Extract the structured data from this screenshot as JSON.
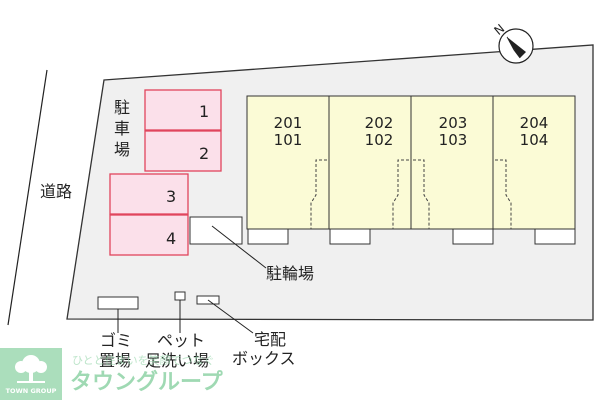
{
  "compass": {
    "label": "N",
    "icon": "north-arrow-icon"
  },
  "road": {
    "label": "道路"
  },
  "parking": {
    "label": "駐車場",
    "spots": [
      "1",
      "2",
      "3",
      "4"
    ],
    "color": "#fbe0ea",
    "border_color": "#e0455d"
  },
  "units": [
    {
      "upper": "201",
      "lower": "101"
    },
    {
      "upper": "202",
      "lower": "102"
    },
    {
      "upper": "203",
      "lower": "103"
    },
    {
      "upper": "204",
      "lower": "104"
    }
  ],
  "unit_color": "#fbfbd6",
  "lot_color": "#f0f0f0",
  "labels": {
    "bicycle_parking": "駐輪場",
    "garbage_top": "ゴミ",
    "garbage_bottom": "置場",
    "pet_top": "ペット",
    "pet_bottom": "足洗い場",
    "delivery_top": "宅配",
    "delivery_bottom": "ボックス"
  },
  "watermark": {
    "brand": "タウングループ",
    "sub": "ひとと住まいを笑顔でつなぐ",
    "logo_text": "TOWN GROUP",
    "logo_icon": "tree-icon",
    "color": "#8fd3a6"
  }
}
